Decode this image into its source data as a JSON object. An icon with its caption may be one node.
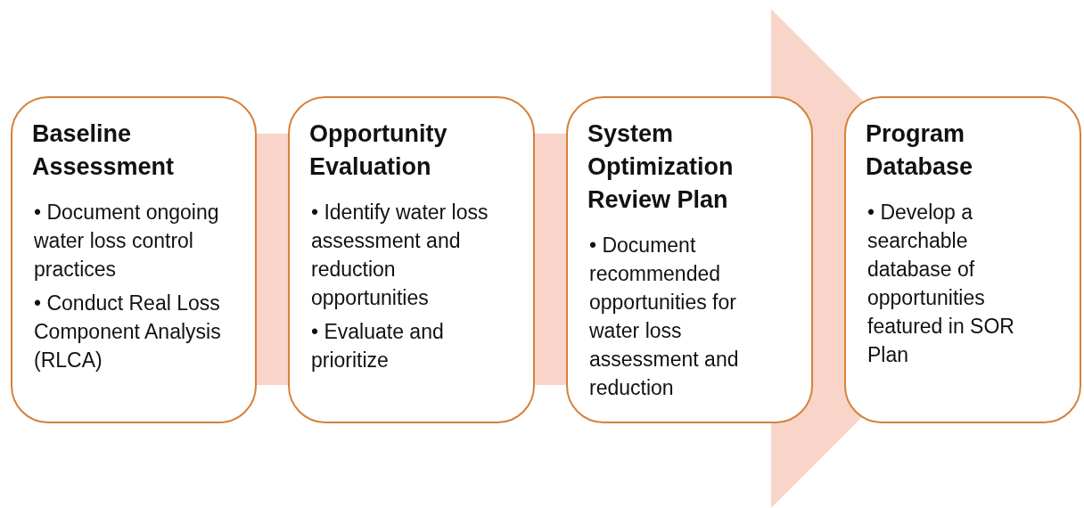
{
  "diagram": {
    "nodes": [
      {
        "text": [
          "Baseline Assessment",
          "• Document ongoing water loss control practices",
          "• Conduct Real Loss Component Analysis (RLCA)"
        ]
      },
      {
        "text": [
          "Opportunity Evaluation",
          "• Identify water loss assessment and reduction opportunities",
          "• Evaluate and prioritize"
        ]
      },
      {
        "text": [
          "System Optimization Review Plan",
          "• Document recommended opportunities for water loss assessment and reduction"
        ]
      },
      {
        "text": [
          "Program Database",
          "• Develop a searchable database of opportunities featured in SOR Plan"
        ]
      }
    ],
    "edges": [
      {
        "from": 0,
        "to": 3,
        "arrow": "to"
      }
    ]
  }
}
